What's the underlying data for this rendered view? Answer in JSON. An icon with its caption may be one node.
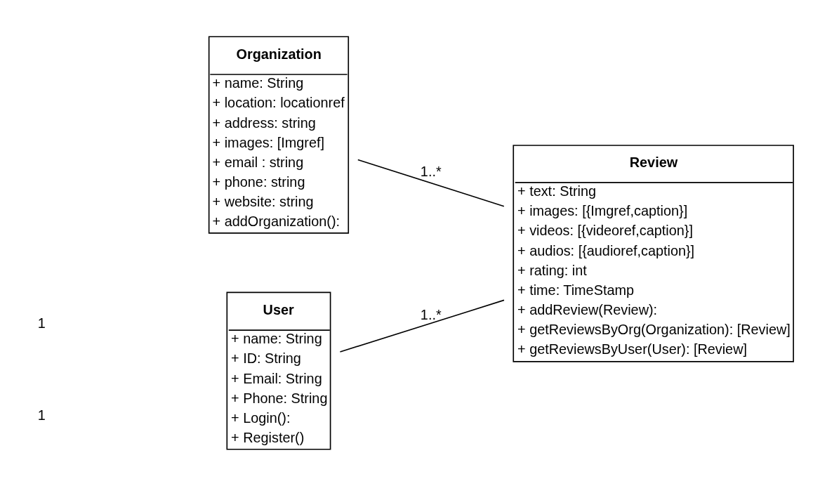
{
  "diagram": {
    "nodes": [
      {
        "text": [
          "User",
          "+ name: String",
          "+ ID: String",
          "+ Email: String",
          "+ Phone: String",
          "+ Login():",
          "+ Register()"
        ]
      },
      {
        "text": [
          "Review",
          "+ text: String",
          "+ images: [{Imgref,caption}]",
          "+ videos: [{videoref,caption}]",
          "+ audios: [{audioref,caption}]",
          "+ rating: int",
          "+ time: TimeStamp",
          "+ addReview(Review):",
          "+ getReviewsByOrg(Organization): [Review]",
          "+ getReviewsByUser(User): [Review]"
        ]
      },
      {
        "text": [
          "Organization",
          "+ name: String",
          "+ location: locationref",
          "+ address: string",
          "+ images: [Imgref]",
          "+ email : string",
          "+ phone: string",
          "+ website: string",
          "+ addOrganization():"
        ]
      }
    ],
    "edges": [
      {
        "from": 0,
        "to": 1,
        "arrow": "none",
        "label": "1..*"
      },
      {
        "from": 2,
        "to": 1,
        "arrow": "none",
        "label": "1..*"
      }
    ],
    "labels": [
      "1",
      "1"
    ]
  }
}
